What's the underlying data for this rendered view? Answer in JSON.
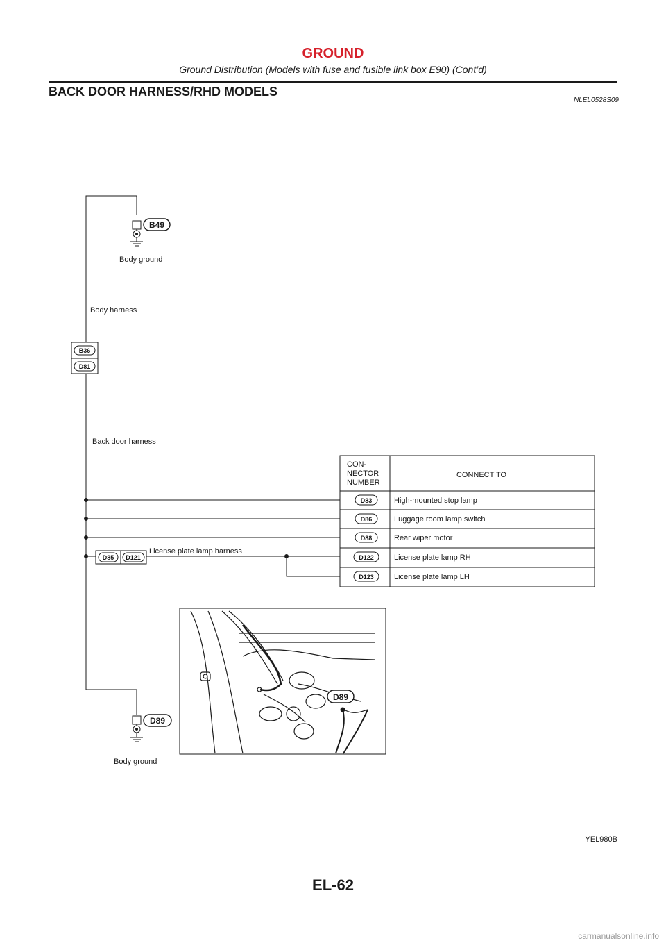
{
  "header": {
    "title": "GROUND",
    "subtitle": "Ground Distribution (Models with fuse and fusible link box E90) (Cont’d)"
  },
  "section": {
    "heading": "BACK DOOR HARNESS/RHD MODELS",
    "code": "NLEL0528S09"
  },
  "diagram": {
    "top_ground": {
      "connector": "B49",
      "label": "Body ground"
    },
    "body_harness_label": "Body harness",
    "junction_connectors": [
      "B36",
      "D81"
    ],
    "back_door_harness_label": "Back door harness",
    "license_plate_connectors": [
      "D85",
      "D121"
    ],
    "license_plate_harness_label": "License plate lamp harness",
    "bottom_ground": {
      "connector": "D89",
      "label": "Body ground"
    },
    "photo_callout": "D89"
  },
  "table": {
    "header_connector": [
      "CON-",
      "NECTOR",
      "NUMBER"
    ],
    "header_connect_to": "CONNECT TO",
    "rows": [
      {
        "connector": "D83",
        "connect_to": "High-mounted stop lamp"
      },
      {
        "connector": "D86",
        "connect_to": "Luggage room lamp switch"
      },
      {
        "connector": "D88",
        "connect_to": "Rear wiper motor"
      },
      {
        "connector": "D122",
        "connect_to": "License plate lamp RH"
      },
      {
        "connector": "D123",
        "connect_to": "License plate lamp LH"
      }
    ]
  },
  "figure_code": "YEL980B",
  "page_number": "EL-62",
  "watermark": "carmanualsonline.info"
}
